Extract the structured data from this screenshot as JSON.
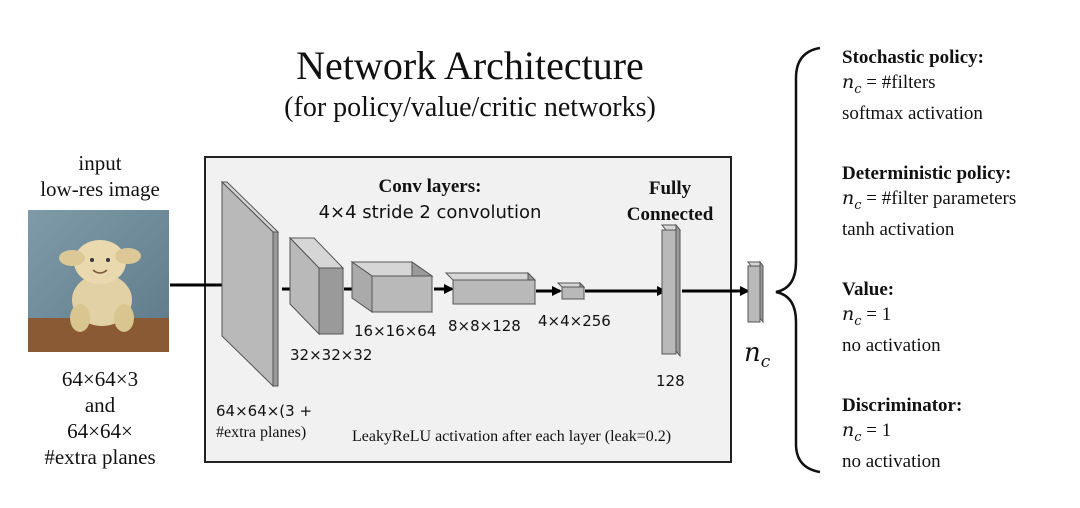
{
  "title": "Network Architecture",
  "subtitle": "(for policy/value/critic networks)",
  "input": {
    "label_line1": "input",
    "label_line2": "low-res image",
    "dims_line1": "64×64×3",
    "dims_line2": "and",
    "dims_line3": "64×64×",
    "dims_line4": "#extra planes"
  },
  "conv": {
    "heading": "Conv layers:",
    "subheading": "4×4 stride 2 convolution"
  },
  "fully_connected": {
    "line1": "Fully",
    "line2": "Connected",
    "size": "128"
  },
  "layer_dims": {
    "l0_line1": "64×64×(3 +",
    "l0_line2": "#extra planes)",
    "l1": "32×32×32",
    "l2": "16×16×64",
    "l3": "8×8×128",
    "l4": "4×4×256"
  },
  "footnote": "LeakyReLU activation after each layer (leak=0.2)",
  "output": {
    "symbol": "n",
    "subscript": "c"
  },
  "outputs": [
    {
      "heading": "Stochastic policy:",
      "equation": "= #filters",
      "note": "softmax activation"
    },
    {
      "heading": "Deterministic policy:",
      "equation": "= #filter parameters",
      "note": "tanh activation"
    },
    {
      "heading": "Value:",
      "equation": "= 1",
      "note": "no activation"
    },
    {
      "heading": "Discriminator:",
      "equation": "= 1",
      "note": "no activation"
    }
  ],
  "colors": {
    "box_front": "#b9b9b9",
    "box_top": "#d6d6d6",
    "box_side": "#9a9a9a",
    "panel_bg": "#f1f1f1",
    "arrow": "#000000"
  }
}
